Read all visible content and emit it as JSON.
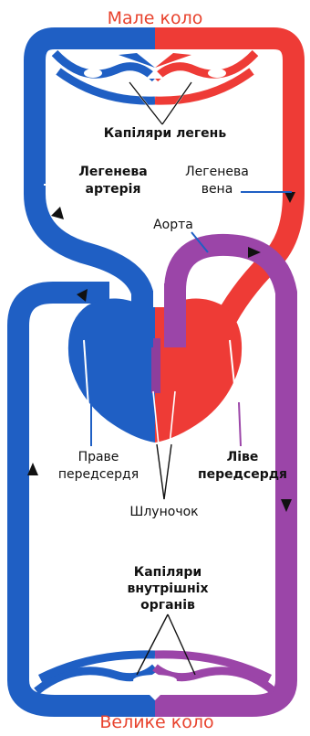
{
  "titles": {
    "top": "Мале коло",
    "bottom": "Велике коло"
  },
  "labels": {
    "lung_capillaries": "Капіляри легень",
    "pulmonary_artery": [
      "Легенева",
      "артерія"
    ],
    "pulmonary_vein": [
      "Легенева",
      "вена"
    ],
    "aorta": "Аорта",
    "right_atrium": [
      "Праве",
      "передсердя"
    ],
    "left_atrium": [
      "Ліве",
      "передсердя"
    ],
    "ventricle": "Шлуночок",
    "organ_capillaries": [
      "Капіляри",
      "внутрішніх",
      "органів"
    ]
  },
  "colors": {
    "venous": "#1f5fc4",
    "arterial": "#ee3b36",
    "systemic": "#9b45a8",
    "title": "#e8432e",
    "text": "#111111"
  }
}
